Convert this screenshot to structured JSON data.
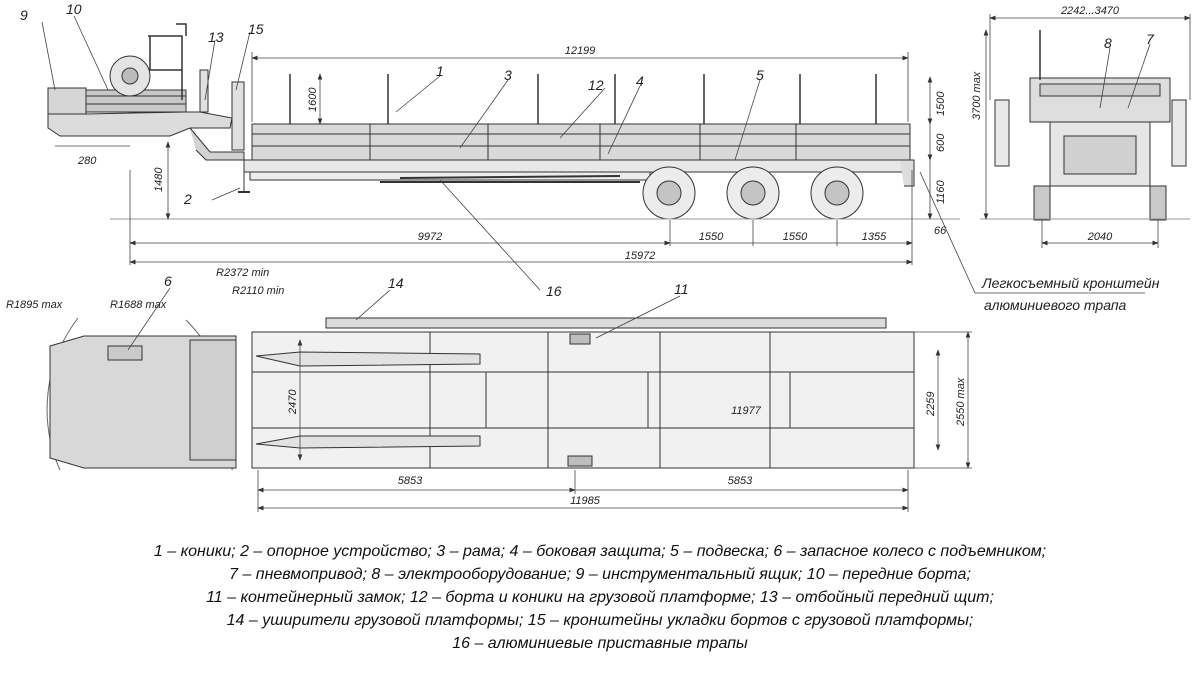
{
  "side_view": {
    "callouts": [
      "1",
      "2",
      "3",
      "4",
      "5",
      "9",
      "10",
      "12",
      "13",
      "15"
    ],
    "dims": {
      "overall_top": "12199",
      "stake_h": "1600",
      "front_off": "280",
      "kingpin_h": "1480",
      "deck_len": "9972",
      "axle1": "1550",
      "axle2": "1550",
      "rear_oh": "1355",
      "total": "15972",
      "small": "66",
      "r_stake": "1500",
      "r_side": "600",
      "r_deck": "1160"
    }
  },
  "rear_view": {
    "callouts": [
      "8",
      "7"
    ],
    "dims": {
      "width_top": "2242...3470",
      "height_max": "3700 max",
      "track": "2040"
    }
  },
  "top_view": {
    "callouts": [
      "6",
      "11",
      "14",
      "16"
    ],
    "dims": {
      "r1": "R1895 max",
      "r2": "R1688 max",
      "r3": "R2372 min",
      "r4": "R2110 min",
      "inner_w": "2470",
      "deck_len": "11977",
      "half1": "5853",
      "half2": "5853",
      "total_len": "11985",
      "inner_h": "2259",
      "width_max": "2550 max"
    }
  },
  "note": {
    "line1": "Легкосъемный кронштейн",
    "line2": "алюминиевого трапа"
  },
  "legend": [
    "1 – коники; 2 – опорное устройство; 3 – рама; 4 – боковая защита; 5 – подвеска; 6 – запасное колесо с подъемником;",
    "7 – пневмопривод; 8 – электрооборудование; 9 – инструментальный ящик; 10 – передние борта;",
    "11 – контейнерный замок; 12 – борта и коники на грузовой платформе; 13 – отбойный передний щит;",
    "14 – уширители грузовой платформы; 15 – кронштейны укладки бортов с грузовой платформы;",
    "16 – алюминиевые приставные трапы"
  ]
}
